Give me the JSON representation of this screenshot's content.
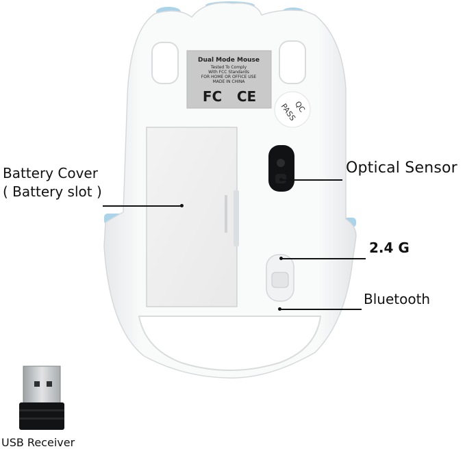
{
  "product": {
    "label": {
      "title": "Dual Mode Mouse",
      "lines": [
        "Tested To Comply",
        "With FCC Standards",
        "FOR HOME OR OFFICE USE",
        "MADE IN CHINA"
      ],
      "fc_mark": "FC",
      "ce_mark": "CE"
    },
    "qc_sticker": {
      "line1": "QC",
      "line2": "PASS"
    }
  },
  "callouts": {
    "battery_cover_line1": "Battery Cover",
    "battery_cover_line2": "( Battery slot )",
    "optical_sensor": "Optical Sensor",
    "mode_24g": "2.4 G",
    "mode_bluetooth": "Bluetooth",
    "usb_receiver": "USB Receiver"
  },
  "colors": {
    "accent_blue": "#a9d4ea",
    "body_white": "#f7f8f8",
    "label_gray": "#c9c9c9"
  }
}
